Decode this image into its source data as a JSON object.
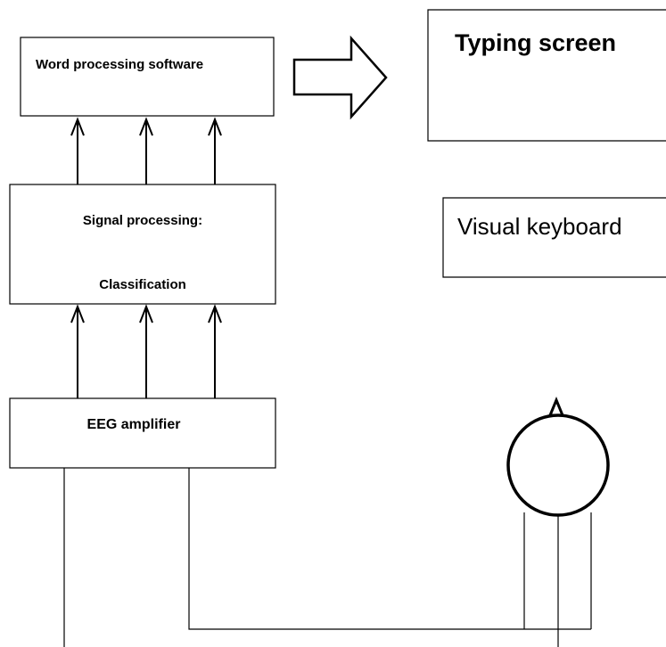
{
  "diagram": {
    "word_processing_label": "Word processing software",
    "signal_processing_label": "Signal processing:",
    "classification_label": "Classification",
    "eeg_amplifier_label": "EEG amplifier",
    "typing_screen_label": "Typing screen",
    "visual_keyboard_label": "Visual keyboard"
  },
  "colors": {
    "stroke": "#000000",
    "background": "#ffffff"
  }
}
